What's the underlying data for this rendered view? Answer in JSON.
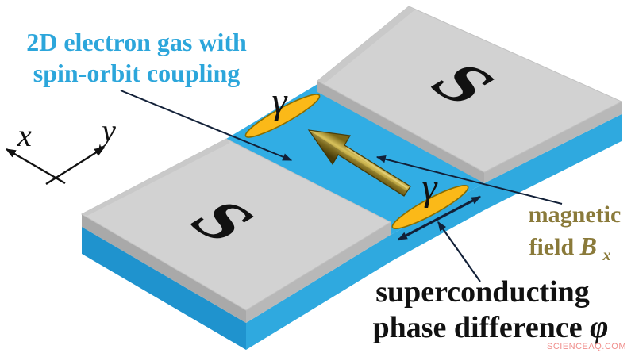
{
  "heading": {
    "line1": "2D electron gas with",
    "line2": "spin-orbit coupling"
  },
  "axes": {
    "x_label": "x",
    "y_label": "y"
  },
  "plates": {
    "left_label": "S",
    "right_label": "S"
  },
  "junction": {
    "gamma_back": "γ",
    "gamma_front": "γ"
  },
  "magnetic": {
    "line1": "magnetic",
    "line2_prefix": "field ",
    "symbol": "B",
    "subscript": "x"
  },
  "phase": {
    "line1": "superconducting",
    "line2_prefix": "phase difference ",
    "symbol": "φ"
  },
  "watermark": "SCIENCEAQ.COM",
  "colors": {
    "heading_text": "#2CA6DB",
    "magnetic_text": "#8A7A3A",
    "phase_text": "#111111",
    "substrate_top": "#31ADE4",
    "substrate_front": "#2FA9DF",
    "substrate_left": "#1F93CE",
    "plate_top": "#D2D2D2",
    "plate_bevel": "#C9C9C9",
    "plate_side_left": "#A9A9A9",
    "plate_side_front": "#B8B8B8",
    "plate_side_junction": "#ADADAD",
    "gamma_fill": "#FBB918",
    "gamma_stroke": "#8A6D00",
    "leader": "#122038",
    "axis": "#111111",
    "s_label": "#111111",
    "watermark_text": "#F08E8C"
  }
}
